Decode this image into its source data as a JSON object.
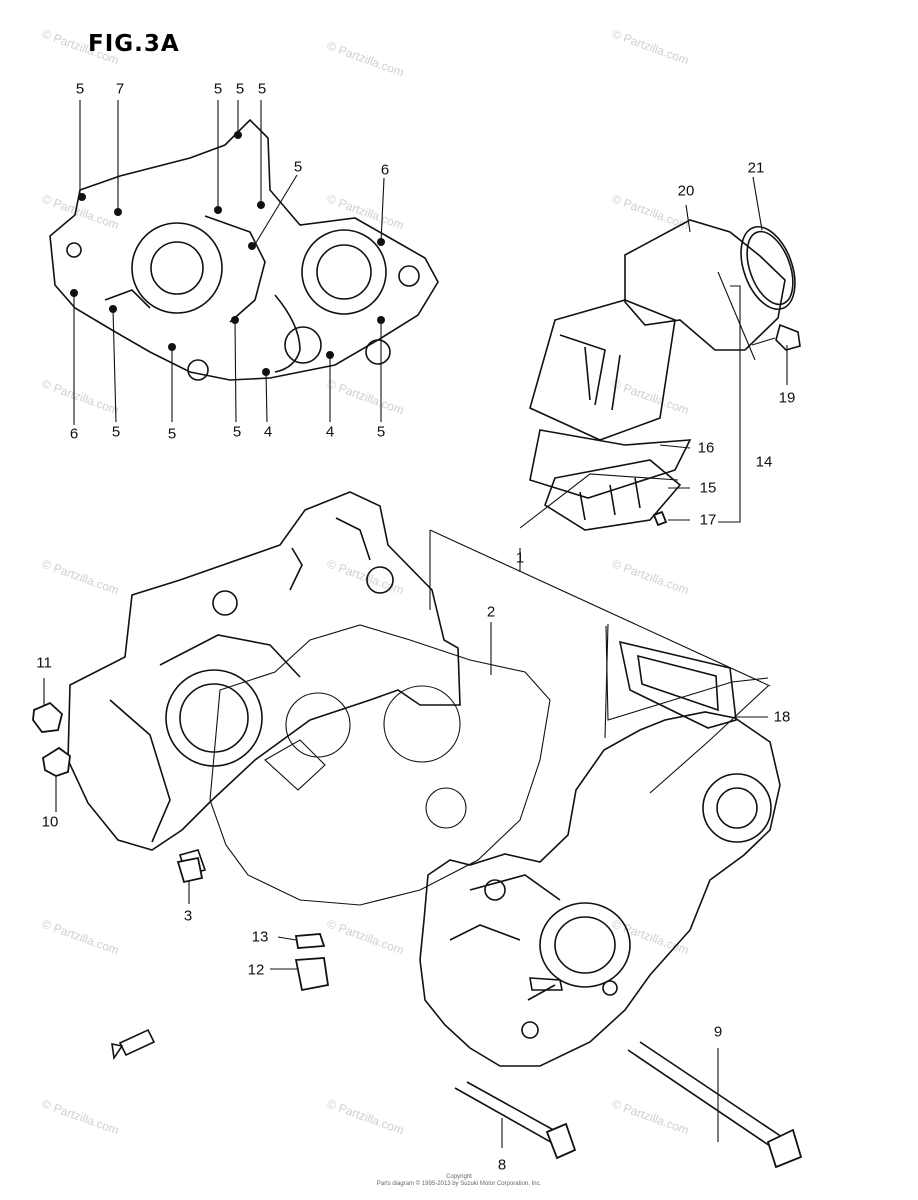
{
  "figure": {
    "title": "FIG.3A"
  },
  "callouts": {
    "c5a": "5",
    "c7": "7",
    "c5b": "5",
    "c5c": "5",
    "c5d": "5",
    "c5e": "5",
    "c6a": "6",
    "c6b": "6",
    "c5f": "5",
    "c5g": "5",
    "c5h": "5",
    "c4a": "4",
    "c4b": "4",
    "c5i": "5",
    "c21": "21",
    "c20": "20",
    "c19": "19",
    "c16": "16",
    "c14": "14",
    "c15": "15",
    "c17": "17",
    "c1": "1",
    "c2": "2",
    "c18": "18",
    "c11": "11",
    "c10": "10",
    "c3": "3",
    "c13": "13",
    "c12": "12",
    "c9": "9",
    "c8": "8"
  },
  "watermark": {
    "text": "© Partzilla.com"
  },
  "copyright": {
    "title": "Copyright",
    "line": "Parts diagram © 1995-2013 by Suzuki Motor Corporation, Inc."
  },
  "icons": {
    "front_arrow": "front-arrow-icon"
  }
}
